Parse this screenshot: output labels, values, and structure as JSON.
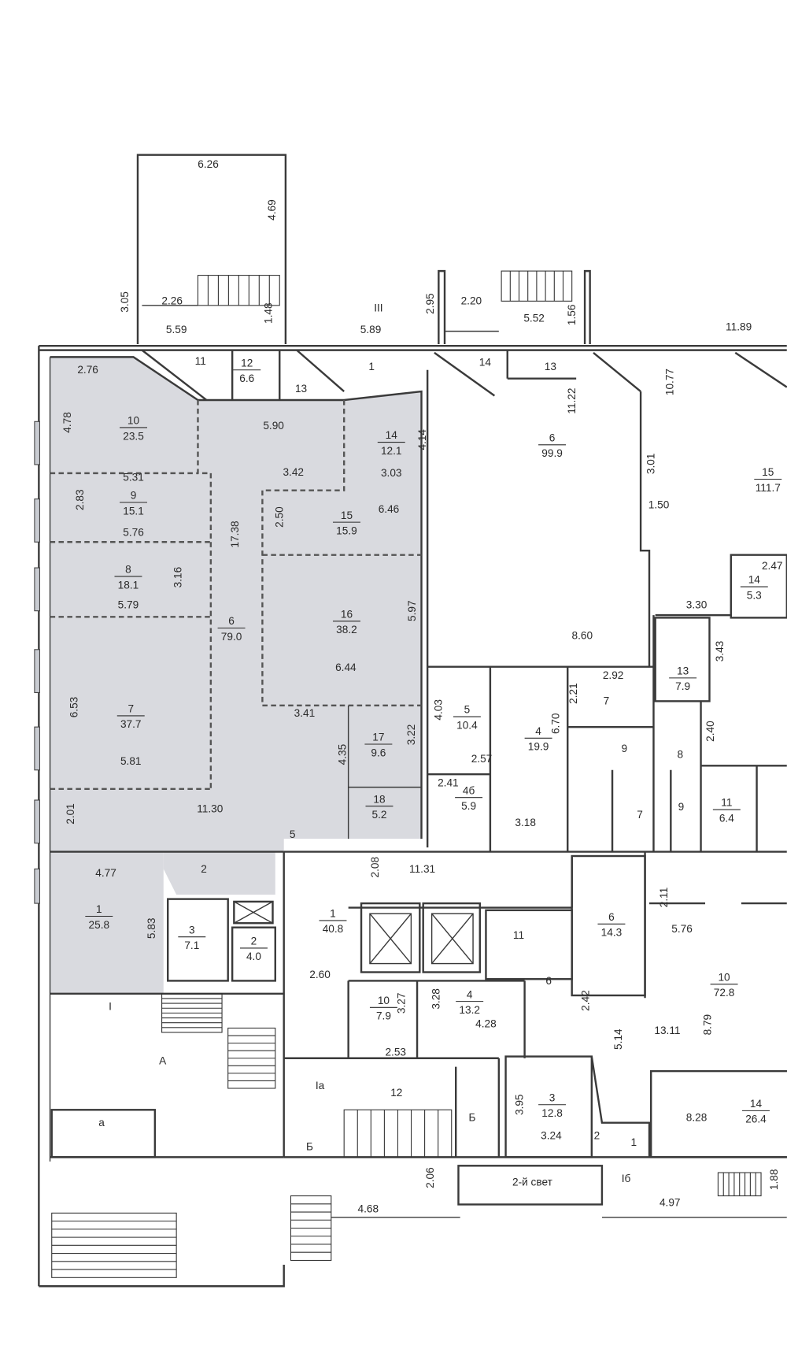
{
  "plan": {
    "rooms": [
      {
        "num": "10",
        "area": "23.5"
      },
      {
        "num": "12",
        "area": "6.6"
      },
      {
        "num": "14",
        "area": "12.1"
      },
      {
        "num": "9",
        "area": "15.1"
      },
      {
        "num": "15",
        "area": "15.9"
      },
      {
        "num": "8",
        "area": "18.1"
      },
      {
        "num": "6",
        "area": "79.0"
      },
      {
        "num": "16",
        "area": "38.2"
      },
      {
        "num": "7",
        "area": "37.7"
      },
      {
        "num": "17",
        "area": "9.6"
      },
      {
        "num": "18",
        "area": "5.2"
      },
      {
        "num": "6",
        "area": "99.9"
      },
      {
        "num": "15",
        "area": "111.7"
      },
      {
        "num": "14",
        "area": "5.3"
      },
      {
        "num": "13",
        "area": "7.9"
      },
      {
        "num": "5",
        "area": "10.4"
      },
      {
        "num": "4",
        "area": "19.9"
      },
      {
        "num": "4б",
        "area": "5.9"
      },
      {
        "num": "11",
        "area": "6.4"
      },
      {
        "num": "1",
        "area": "25.8"
      },
      {
        "num": "3",
        "area": "7.1"
      },
      {
        "num": "2",
        "area": "4.0"
      },
      {
        "num": "1",
        "area": "40.8"
      },
      {
        "num": "6",
        "area": "14.3"
      },
      {
        "num": "10",
        "area": "7.9"
      },
      {
        "num": "4",
        "area": "13.2"
      },
      {
        "num": "10",
        "area": "72.8"
      },
      {
        "num": "3",
        "area": "12.8"
      },
      {
        "num": "14",
        "area": "26.4"
      }
    ],
    "room_labels": [
      "11",
      "13",
      "1",
      "III",
      "14",
      "13",
      "7",
      "9",
      "8",
      "7",
      "9",
      "2",
      "I",
      "A",
      "Ia",
      "12",
      "a",
      "Б",
      "Б",
      "11",
      "2",
      "1",
      "Iб",
      "5",
      "6",
      "2-й свет"
    ],
    "dimensions": [
      "6.26",
      "4.69",
      "3.05",
      "2.26",
      "5.59",
      "1.48",
      "5.89",
      "2.95",
      "2.20",
      "5.52",
      "1.56",
      "11.89",
      "11.22",
      "10.77",
      "2.76",
      "4.78",
      "5.31",
      "5.90",
      "4.14",
      "3.42",
      "3.03",
      "3.01",
      "1.50",
      "2.83",
      "5.76",
      "17.38",
      "2.50",
      "6.46",
      "5.79",
      "3.16",
      "5.97",
      "2.47",
      "3.30",
      "8.60",
      "6.44",
      "3.43",
      "2.92",
      "2.21",
      "6.53",
      "3.41",
      "4.03",
      "4.35",
      "3.22",
      "6.70",
      "2.40",
      "5.81",
      "2.57",
      "2.41",
      "3.18",
      "11.30",
      "2.01",
      "4.77",
      "2.08",
      "11.31",
      "5.83",
      "2.11",
      "5.76",
      "2.60",
      "3.27",
      "3.28",
      "4.28",
      "2.42",
      "13.11",
      "8.79",
      "2.53",
      "5.14",
      "3.95",
      "3.24",
      "8.28",
      "2.06",
      "4.68",
      "4.97",
      "1.88"
    ]
  }
}
